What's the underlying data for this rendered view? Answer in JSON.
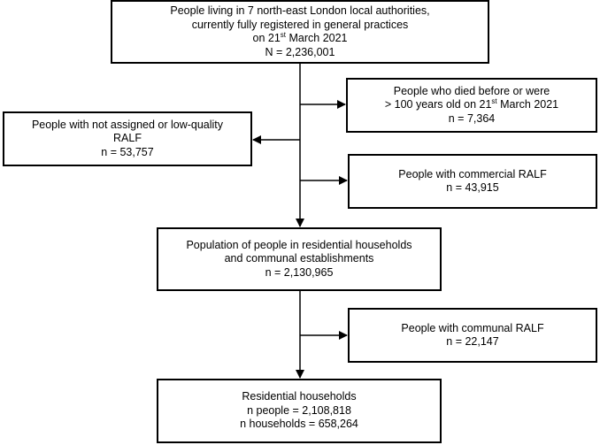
{
  "flowchart": {
    "source": {
      "line1": "People living in 7 north-east London local authorities,",
      "line2": "currently fully  registered in general practices",
      "line3_pre": "on 21",
      "line3_sup": "st",
      "line3_post": " March 2021",
      "line4": "N =  2,236,001"
    },
    "excluded_died": {
      "line1": "People who died before or were",
      "line2_pre": "> 100 years old on 21",
      "line2_sup": "st",
      "line2_post": " March 2021",
      "line3": "n = 7,364"
    },
    "excluded_ralf": {
      "line1": "People with not assigned or low-quality",
      "line2": "RALF",
      "line3": "n =  53,757"
    },
    "excluded_commercial": {
      "line1": "People with commercial RALF",
      "line2": "n = 43,915"
    },
    "population": {
      "line1": "Population of people in residential households",
      "line2": "and communal establishments",
      "line3": "n = 2,130,965"
    },
    "excluded_communal": {
      "line1": "People with communal RALF",
      "line2": "n = 22,147"
    },
    "final": {
      "line1": "Residential households",
      "line2": "n people = 2,108,818",
      "line3": "n households = 658,264"
    }
  }
}
